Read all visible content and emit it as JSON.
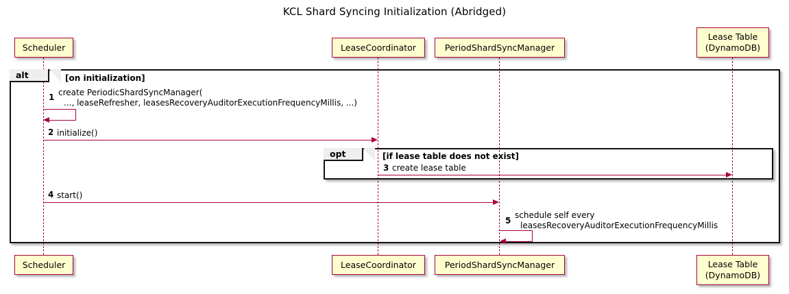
{
  "diagram": {
    "title": "KCL Shard Syncing Initialization (Abridged)",
    "type": "sequence-diagram",
    "colors": {
      "participant_fill": "#FEFECE",
      "participant_border": "#A80036",
      "arrow": "#A80036",
      "frame_border": "#111111",
      "frame_label_fill": "#EEEEEE",
      "background": "#FFFFFF"
    }
  },
  "participants": [
    {
      "id": "scheduler",
      "label": "Scheduler",
      "label_lines": [
        "Scheduler"
      ]
    },
    {
      "id": "lease-coordinator",
      "label": "LeaseCoordinator",
      "label_lines": [
        "LeaseCoordinator"
      ]
    },
    {
      "id": "period-shard-sync-manager",
      "label": "PeriodShardSyncManager",
      "label_lines": [
        "PeriodShardSyncManager"
      ]
    },
    {
      "id": "lease-table",
      "label": "Lease Table (DynamoDB)",
      "label_lines": [
        "Lease Table",
        "(DynamoDB)"
      ]
    }
  ],
  "fragments": [
    {
      "id": "alt-on-initialization",
      "operator": "alt",
      "condition": "[on initialization]"
    },
    {
      "id": "opt-lease-table-missing",
      "operator": "opt",
      "condition": "[if lease table does not exist]"
    }
  ],
  "messages": [
    {
      "number": "1",
      "from": "scheduler",
      "to": "scheduler",
      "self": true,
      "label_lines": [
        "create PeriodicShardSyncManager(",
        "..., leaseRefresher, leasesRecoveryAuditorExecutionFrequencyMillis, ...)"
      ]
    },
    {
      "number": "2",
      "from": "scheduler",
      "to": "lease-coordinator",
      "self": false,
      "label_lines": [
        "initialize()"
      ]
    },
    {
      "number": "3",
      "from": "lease-coordinator",
      "to": "lease-table",
      "self": false,
      "label_lines": [
        "create lease table"
      ]
    },
    {
      "number": "4",
      "from": "scheduler",
      "to": "period-shard-sync-manager",
      "self": false,
      "label_lines": [
        "start()"
      ]
    },
    {
      "number": "5",
      "from": "period-shard-sync-manager",
      "to": "period-shard-sync-manager",
      "self": true,
      "label_lines": [
        "schedule self every",
        "leasesRecoveryAuditorExecutionFrequencyMillis"
      ]
    }
  ]
}
